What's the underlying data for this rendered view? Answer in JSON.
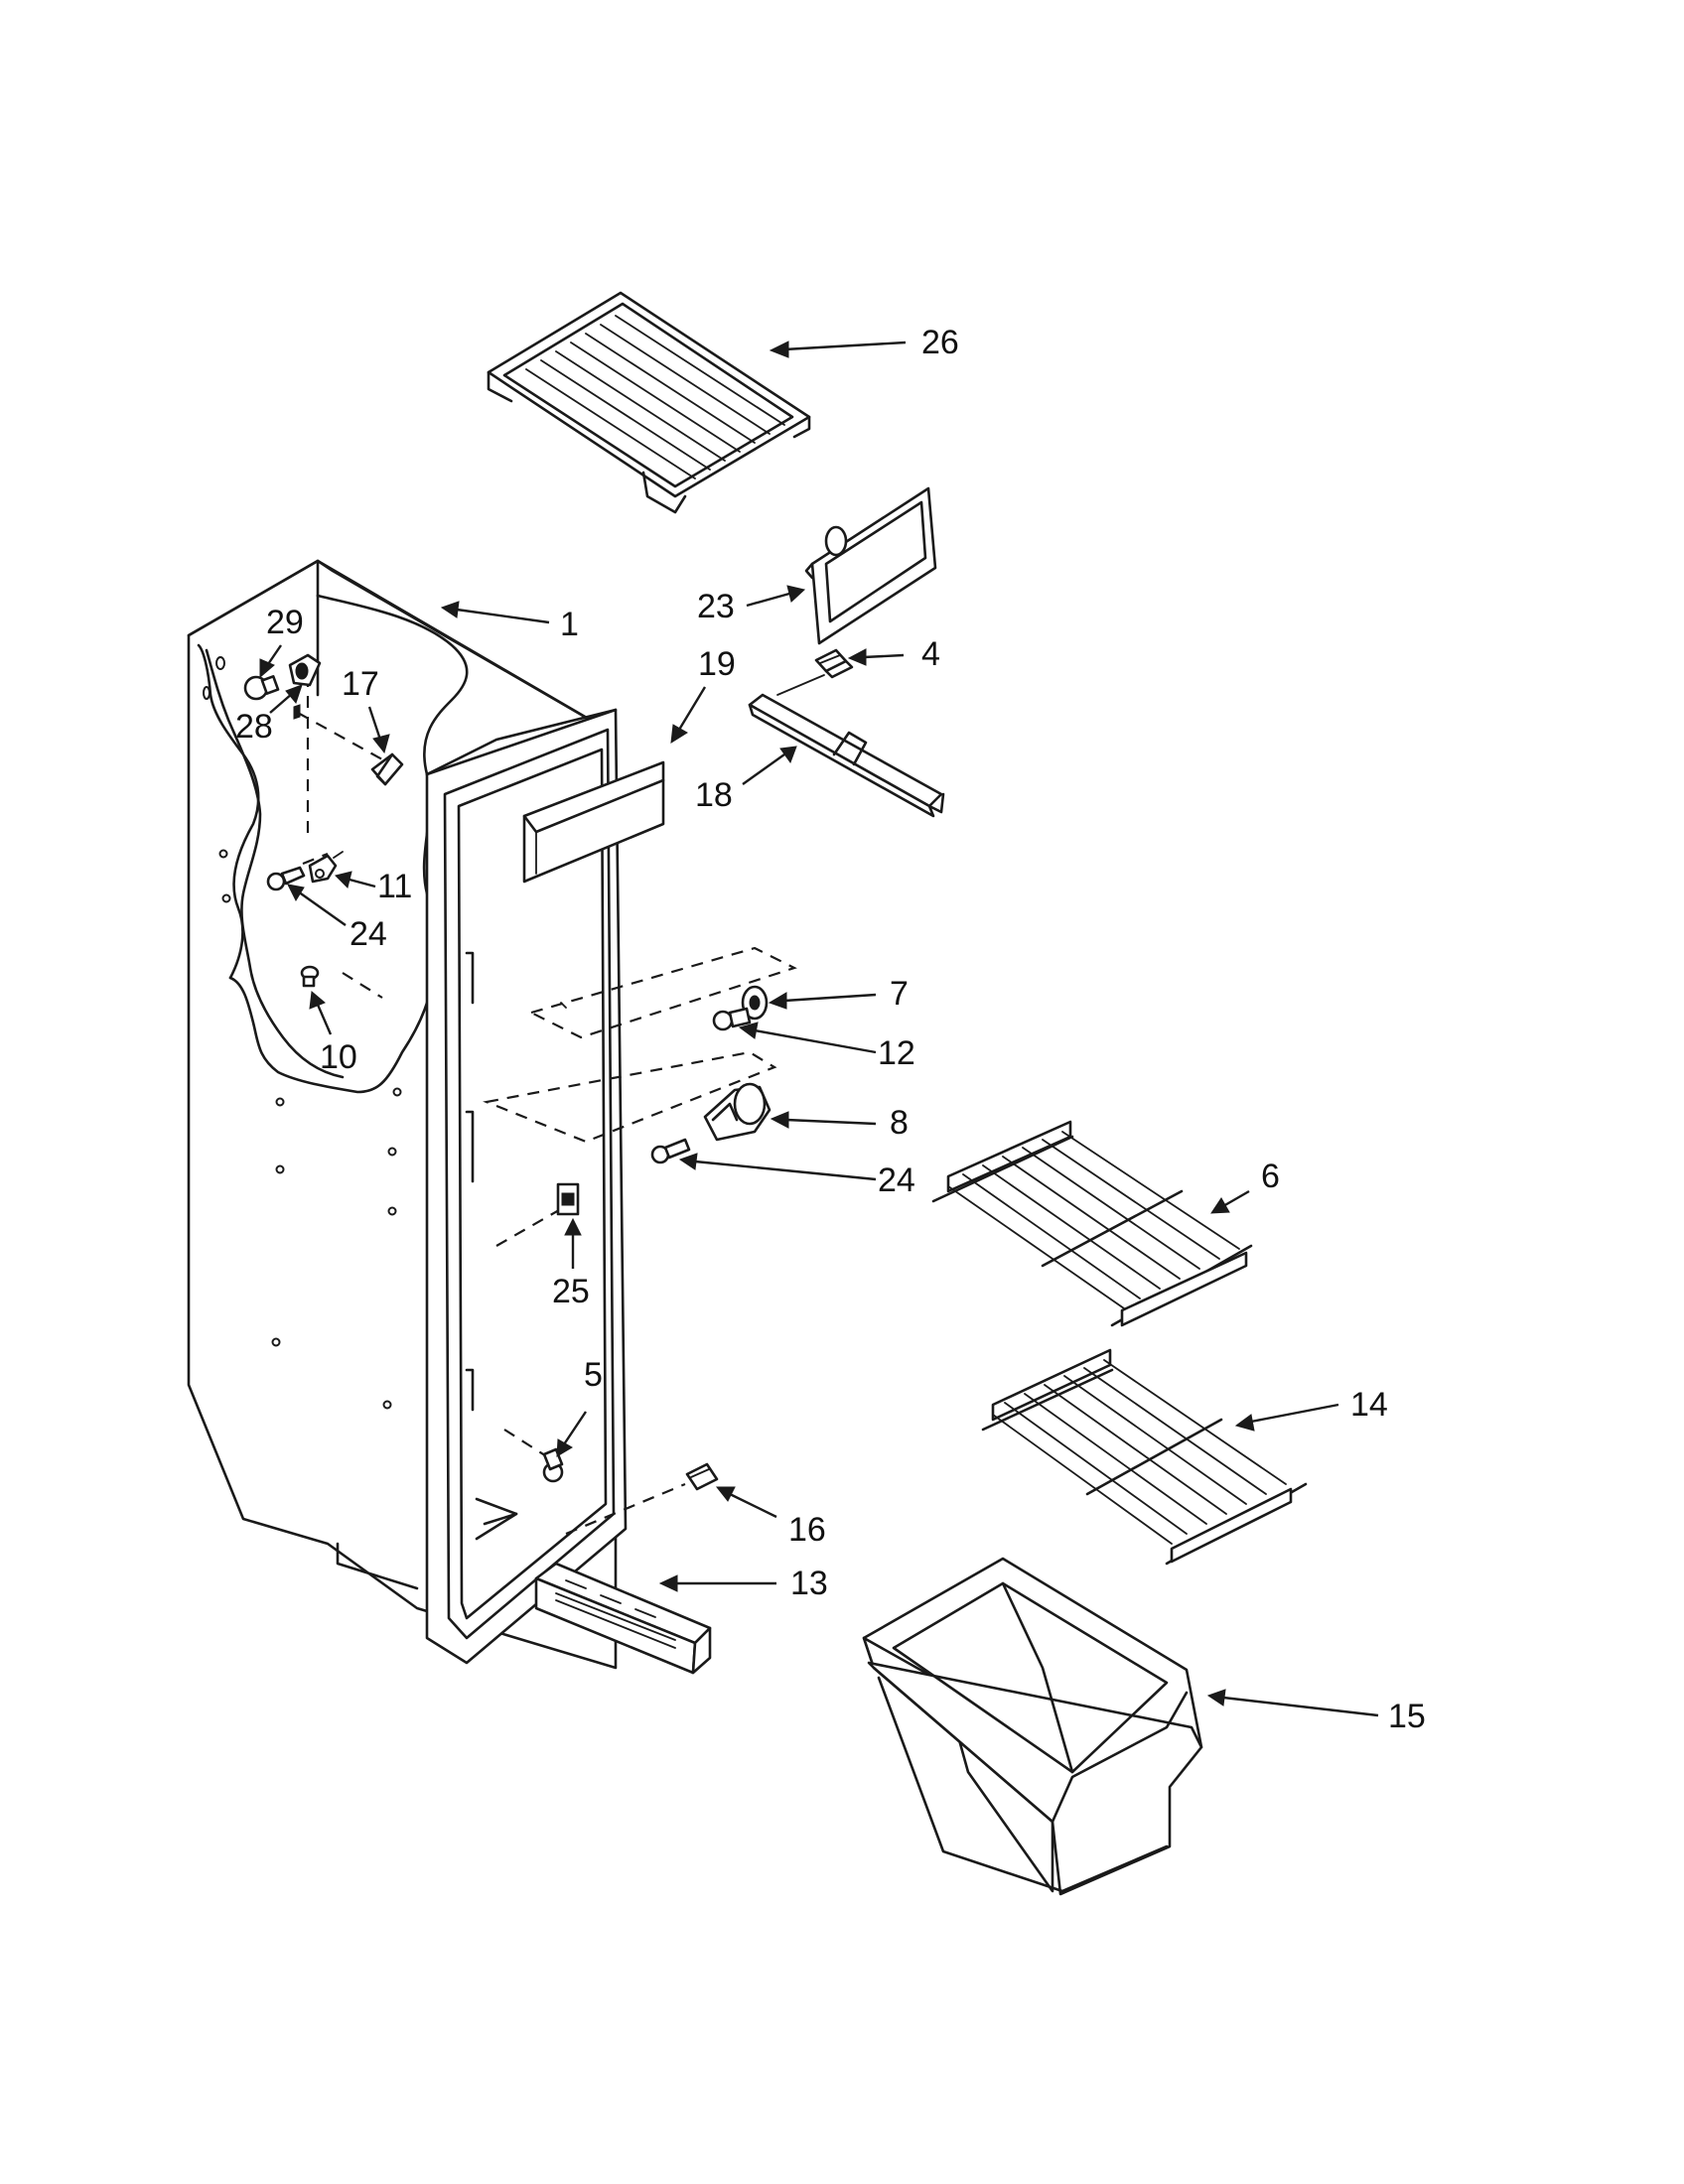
{
  "colors": {
    "line": "#1a1a1a",
    "background": "#ffffff"
  },
  "callouts": [
    {
      "id": "c26",
      "label": "26",
      "part": "crisper-cover-frame"
    },
    {
      "id": "c23",
      "label": "23",
      "part": "light-shield"
    },
    {
      "id": "c4",
      "label": "4",
      "part": "screw-top"
    },
    {
      "id": "c1",
      "label": "1",
      "part": "freezer-liner"
    },
    {
      "id": "c29",
      "label": "29",
      "part": "light-bulb"
    },
    {
      "id": "c28",
      "label": "28",
      "part": "lamp-socket"
    },
    {
      "id": "c19",
      "label": "19",
      "part": "air-duct-cover"
    },
    {
      "id": "c17",
      "label": "17",
      "part": "wire-clip"
    },
    {
      "id": "c18",
      "label": "18",
      "part": "shelf-support-rail"
    },
    {
      "id": "c11",
      "label": "11",
      "part": "shelf-stud-bracket"
    },
    {
      "id": "c24a",
      "label": "24",
      "part": "screw-liner"
    },
    {
      "id": "c7",
      "label": "7",
      "part": "cam-bushing"
    },
    {
      "id": "c12",
      "label": "12",
      "part": "shoulder-screw"
    },
    {
      "id": "c10",
      "label": "10",
      "part": "shelf-stud"
    },
    {
      "id": "c8",
      "label": "8",
      "part": "bin-support"
    },
    {
      "id": "c24b",
      "label": "24",
      "part": "screw-bin-support"
    },
    {
      "id": "c6",
      "label": "6",
      "part": "wire-shelf-upper"
    },
    {
      "id": "c25",
      "label": "25",
      "part": "door-switch"
    },
    {
      "id": "c5",
      "label": "5",
      "part": "screw-lower"
    },
    {
      "id": "c14",
      "label": "14",
      "part": "wire-shelf-lower"
    },
    {
      "id": "c16",
      "label": "16",
      "part": "screw-grille"
    },
    {
      "id": "c13",
      "label": "13",
      "part": "toe-grille"
    },
    {
      "id": "c15",
      "label": "15",
      "part": "freezer-basket"
    }
  ]
}
